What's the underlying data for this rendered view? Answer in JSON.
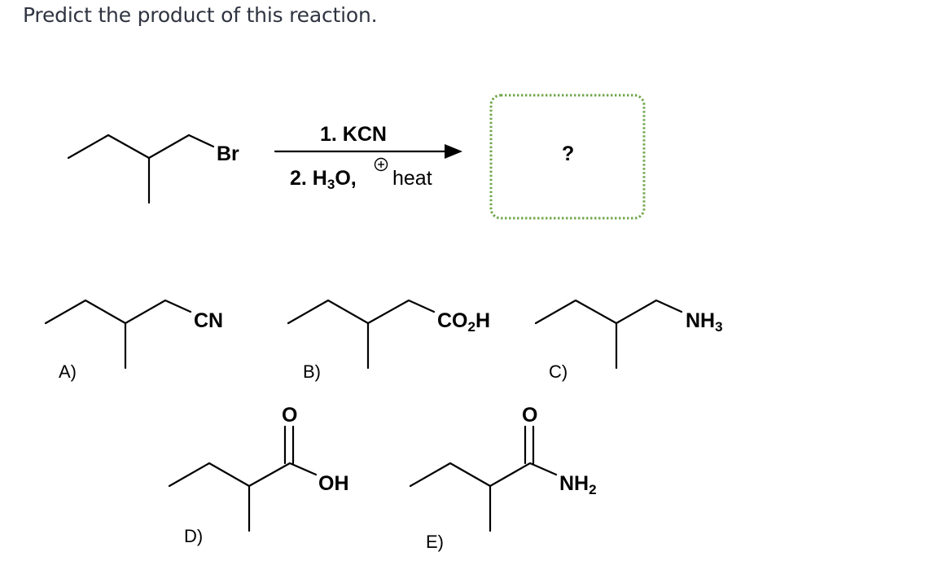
{
  "question": "Predict the product of this reaction.",
  "reaction": {
    "substituent": "Br",
    "step1": "1. KCN",
    "step2_prefix": "2. H",
    "step2_sub": "3",
    "step2_ion": "O",
    "step2_sep": ",",
    "step2_heat": "heat",
    "product_placeholder": "?"
  },
  "options": {
    "a": {
      "label": "A)",
      "group": "CN"
    },
    "b": {
      "label": "B)",
      "group_main": "CO",
      "group_sub": "2",
      "group_end": "H"
    },
    "c": {
      "label": "C)",
      "group_main": "NH",
      "group_sub": "3"
    },
    "d": {
      "label": "D)",
      "carbonyl": "O",
      "group": "OH"
    },
    "e": {
      "label": "E)",
      "carbonyl": "O",
      "group_main": "NH",
      "group_sub": "2"
    }
  }
}
